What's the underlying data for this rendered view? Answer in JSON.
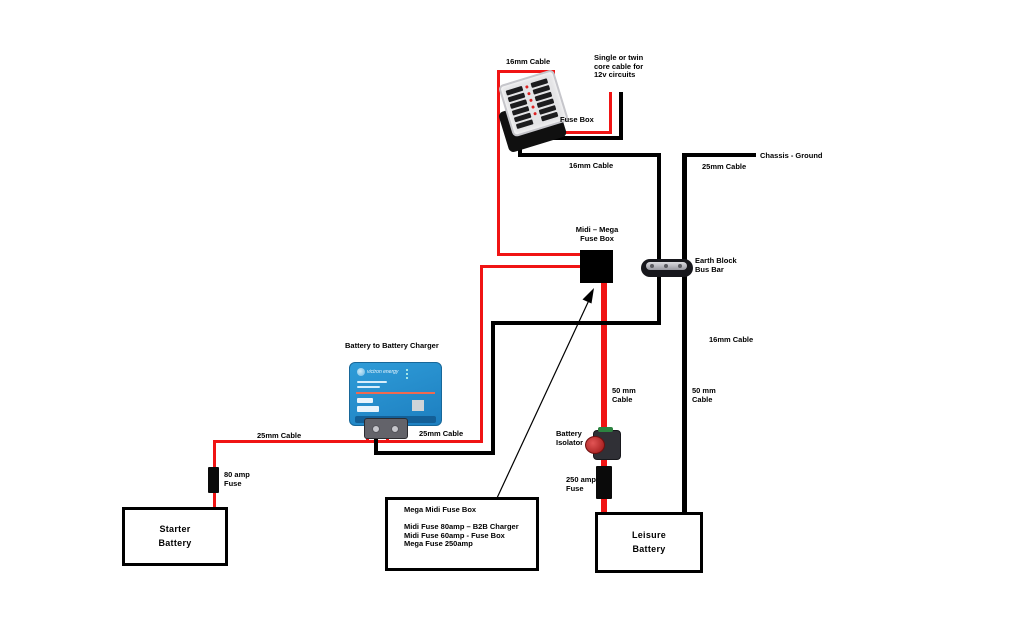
{
  "diagram": {
    "labels": {
      "cable_16_top": "16mm Cable",
      "twin_core": "Single or twin\ncore cable for\n12v circuits",
      "fuse_box": "Fuse Box",
      "cable_16_mid": "16mm Cable",
      "chassis_ground": "Chassis  - Ground",
      "cable_25_right": "25mm Cable",
      "midi_mega": "Midi – Mega\nFuse Box",
      "earth_block": "Earth Block\nBus Bar",
      "cable_16_right": "16mm Cable",
      "cable_50_left": "50 mm\nCable",
      "cable_50_right": "50 mm\nCable",
      "b2b_charger": "Battery to Battery Charger",
      "cable_25_mid": "25mm Cable",
      "cable_25_left": "25mm Cable",
      "fuse_80": "80 amp\nFuse",
      "battery_isolator": "Battery\nIsolator",
      "fuse_250": "250 amp\nFuse"
    },
    "components": {
      "starter_battery": "Starter\nBattery",
      "leisure_battery": "Leisure\nBattery"
    },
    "legend": {
      "title": "Mega Midi Fuse Box",
      "lines": [
        "Midi Fuse   80amp – B2B Charger",
        "Midi Fuse   60amp  - Fuse Box",
        "Mega Fuse 250amp"
      ]
    },
    "charger": {
      "brand": "victron energy"
    },
    "colors": {
      "wire_positive": "#f01414",
      "wire_negative": "#000000",
      "victron_blue": "#2f9cd8"
    }
  }
}
